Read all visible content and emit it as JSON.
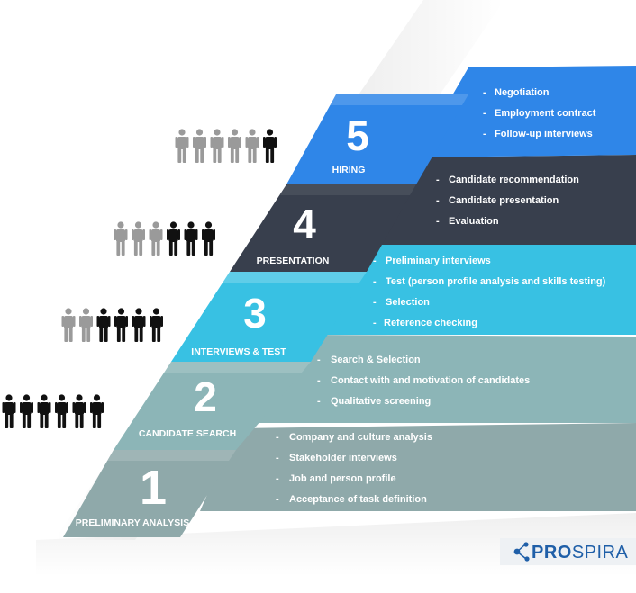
{
  "colors": {
    "stage1": "#8fa9aa",
    "stage2": "#8cb5b7",
    "stage3": "#38c1e3",
    "stage4": "#383f4d",
    "stage5": "#2f86e8",
    "brand": "#1f5fa8"
  },
  "stages": [
    {
      "number": "1",
      "title": "PRELIMINARY ANALYSIS",
      "people_dark": 0,
      "items": [
        "Company and culture analysis",
        "Stakeholder interviews",
        "Job and person profile",
        "Acceptance of task definition"
      ]
    },
    {
      "number": "2",
      "title": "CANDIDATE SEARCH",
      "people_dark": 6,
      "items": [
        "Search & Selection",
        "Contact with and motivation of candidates",
        "Qualitative screening"
      ]
    },
    {
      "number": "3",
      "title": "INTERVIEWS & TEST",
      "people_dark": 4,
      "items": [
        "Preliminary interviews",
        "Test (person profile analysis and skills testing)",
        "Selection",
        "Reference checking"
      ]
    },
    {
      "number": "4",
      "title": "PRESENTATION",
      "people_dark": 3,
      "items": [
        "Candidate recommendation",
        "Candidate presentation",
        "Evaluation"
      ]
    },
    {
      "number": "5",
      "title": "HIRING",
      "people_dark": 1,
      "items": [
        "Negotiation",
        "Employment contract",
        "Follow-up interviews"
      ]
    }
  ],
  "logo": {
    "text_bold": "PRO",
    "text_rest": "SPIRA"
  }
}
